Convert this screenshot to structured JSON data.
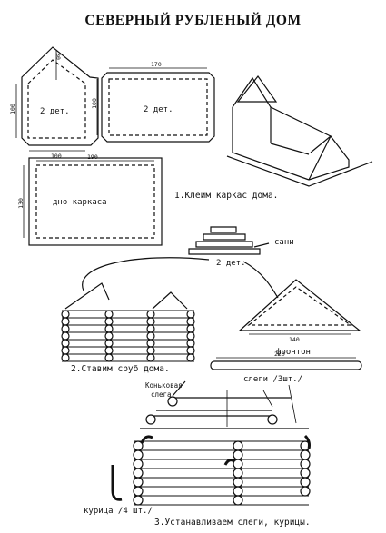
{
  "title": "СЕВЕРНЫЙ РУБЛЕНЫЙ ДОМ",
  "dims": {
    "gable_height": "30",
    "gable_side": "100",
    "gable_bottom": "100",
    "wall_top": "170",
    "wall_side": "100",
    "base_top": "190",
    "base_side": "130",
    "fronton_width": "140",
    "rod_length": "220"
  },
  "labels": {
    "part_left": "2 дет.",
    "part_right": "2 дет.",
    "base": "дно каркаса",
    "step1": "1.Клеим каркас дома.",
    "sani": "сани",
    "part_small": "2 дет.",
    "fronton": "фронтон",
    "step2": "2.Ставим сруб дома.",
    "konek_line1": "Коньковая",
    "konek_line2": "слега",
    "slegi": "слеги /3шт./",
    "kurica": "курица /4 шт./",
    "step3": "3.Устанавливаем слеги, курицы."
  }
}
